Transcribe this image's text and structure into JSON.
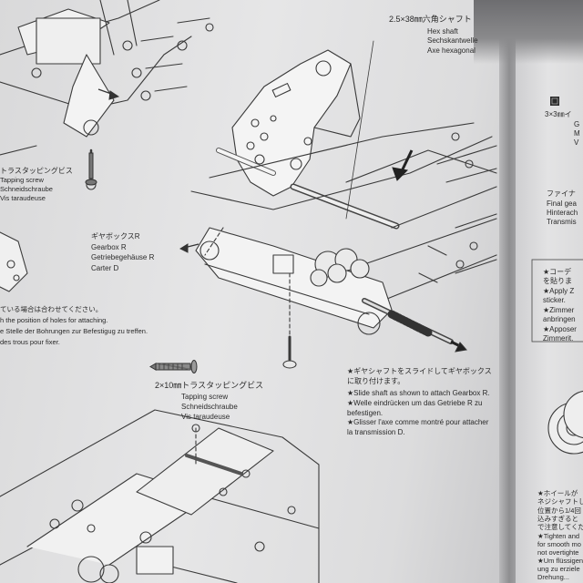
{
  "hex_shaft": {
    "ja": "2.5×38㎜六角シャフト",
    "en": "Hex shaft",
    "de": "Sechskantwelle",
    "fr": "Axe hexagonal"
  },
  "gearbox": {
    "ja": "ギヤボックスR",
    "en": "Gearbox R",
    "de": "Getriebegehäuse R",
    "fr": "Carter D"
  },
  "screw": {
    "ja": "2×10㎜トラスタッピングビス",
    "en": "Tapping screw",
    "de": "Schneidschraube",
    "fr": "Vis taraudeuse"
  },
  "upper_left_screw": {
    "ja": "トラスタッピングビス",
    "en": "Tapping screw",
    "de": "Schneidschraube",
    "fr": "Vis taraudeuse"
  },
  "hole_note": {
    "ja": "ている場合は合わせてください。",
    "en": "h the position of holes for attaching.",
    "de": "e Stelle der Bohrungen zur Befestigug zu treffen.",
    "fr": "des trous pour fixer."
  },
  "slide_note": {
    "ja": "★ギヤシャフトをスライドしてギヤボックスに取り付けます。",
    "en": "★Slide shaft as shown to attach Gearbox R.",
    "de": "★Welle eindrücken um das Getriebe R zu befestigen.",
    "fr": "★Glisser l'axe comme montré pour attacher la transmission D."
  },
  "right_page": {
    "step": "3×3㎜イ",
    "step_lines": [
      "G",
      "M",
      "V"
    ],
    "final_gear": [
      "ファイナ",
      "Final gea",
      "Hinterach",
      "Transmis"
    ],
    "sticker": [
      "★コーデ",
      "を貼りま",
      "★Apply Z",
      "sticker.",
      "★Zimmer",
      "anbringen",
      "★Apposer",
      "Zimmerit."
    ],
    "wheel": [
      "★ホイールが",
      "ネジシャフトし",
      "位置から1/4回",
      "込みすぎると",
      "で注意してくだ",
      "★Tighten and",
      "for smooth mo",
      "not overtighte",
      "★Um flüssigen",
      "ung zu erziele",
      "Drehung..."
    ]
  }
}
